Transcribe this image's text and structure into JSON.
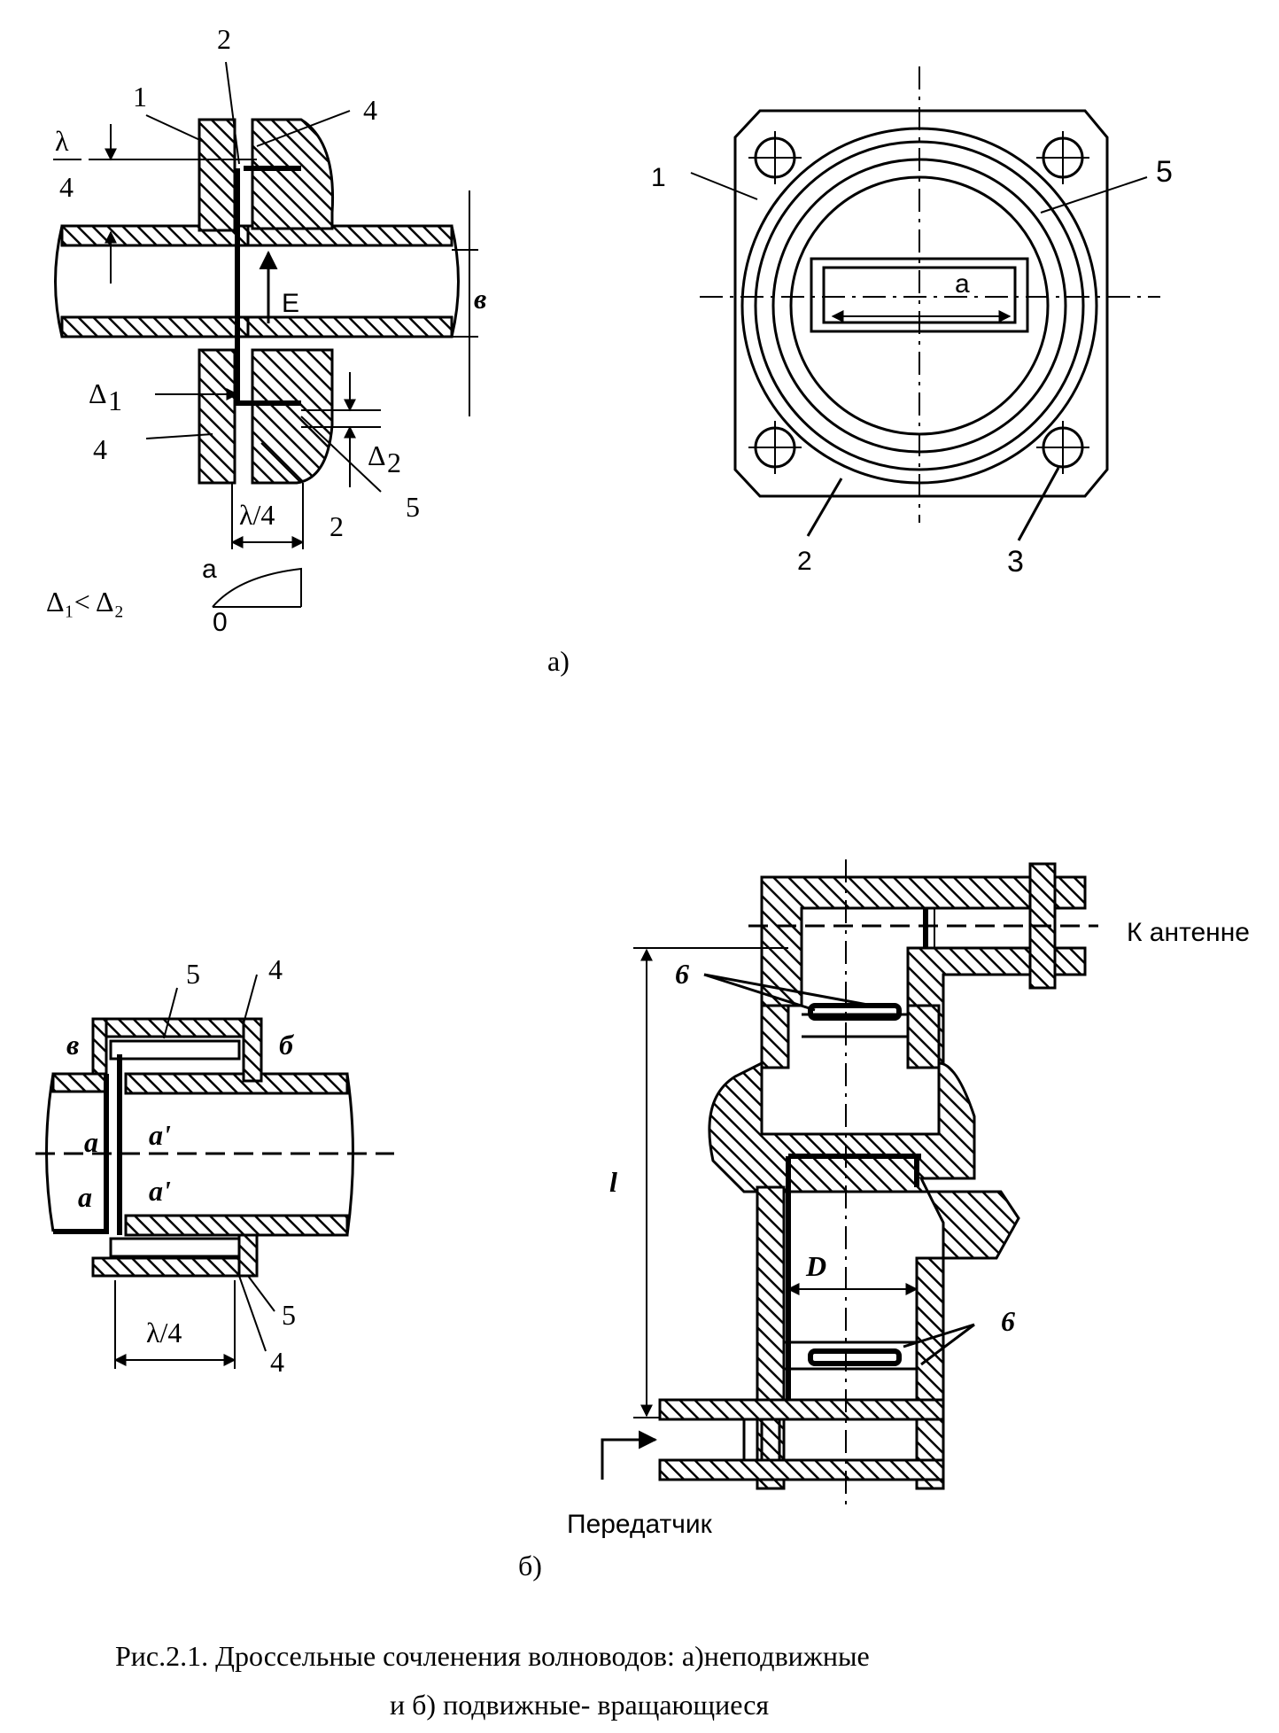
{
  "figure_a": {
    "section": {
      "labels": [
        "1",
        "2",
        "4",
        "4",
        "2",
        "5"
      ],
      "lambda_num": "λ",
      "lambda_den": "4",
      "field": "E",
      "dim_b": "в",
      "delta1": "Δ",
      "delta1_sub": "1",
      "delta2": "Δ",
      "delta2_sub": "2",
      "lambda4": "λ/4",
      "relation": "Δ₁< Δ₂",
      "plot_a": "a",
      "plot_0": "0"
    },
    "flange": {
      "labels": [
        "1",
        "5",
        "2",
        "3"
      ],
      "dim_a": "a"
    },
    "caption": "а)"
  },
  "figure_b": {
    "coaxial": {
      "labels": [
        "5",
        "4",
        "5",
        "4"
      ],
      "side_v": "в",
      "side_b": "б",
      "a1": "a",
      "a2": "a",
      "ap1": "a'",
      "ap2": "a'",
      "lambda4": "λ/4"
    },
    "rotary": {
      "length": "l",
      "diameter": "D",
      "six_top": "6",
      "six_bottom": "6",
      "to_antenna": "К антенне",
      "transmitter": "Передатчик"
    },
    "caption": "б)"
  },
  "caption": {
    "line1": "Рис.2.1. Дроссельные сочленения волноводов: а)неподвижные",
    "line2": "и  б) подвижные- вращающиеся"
  }
}
